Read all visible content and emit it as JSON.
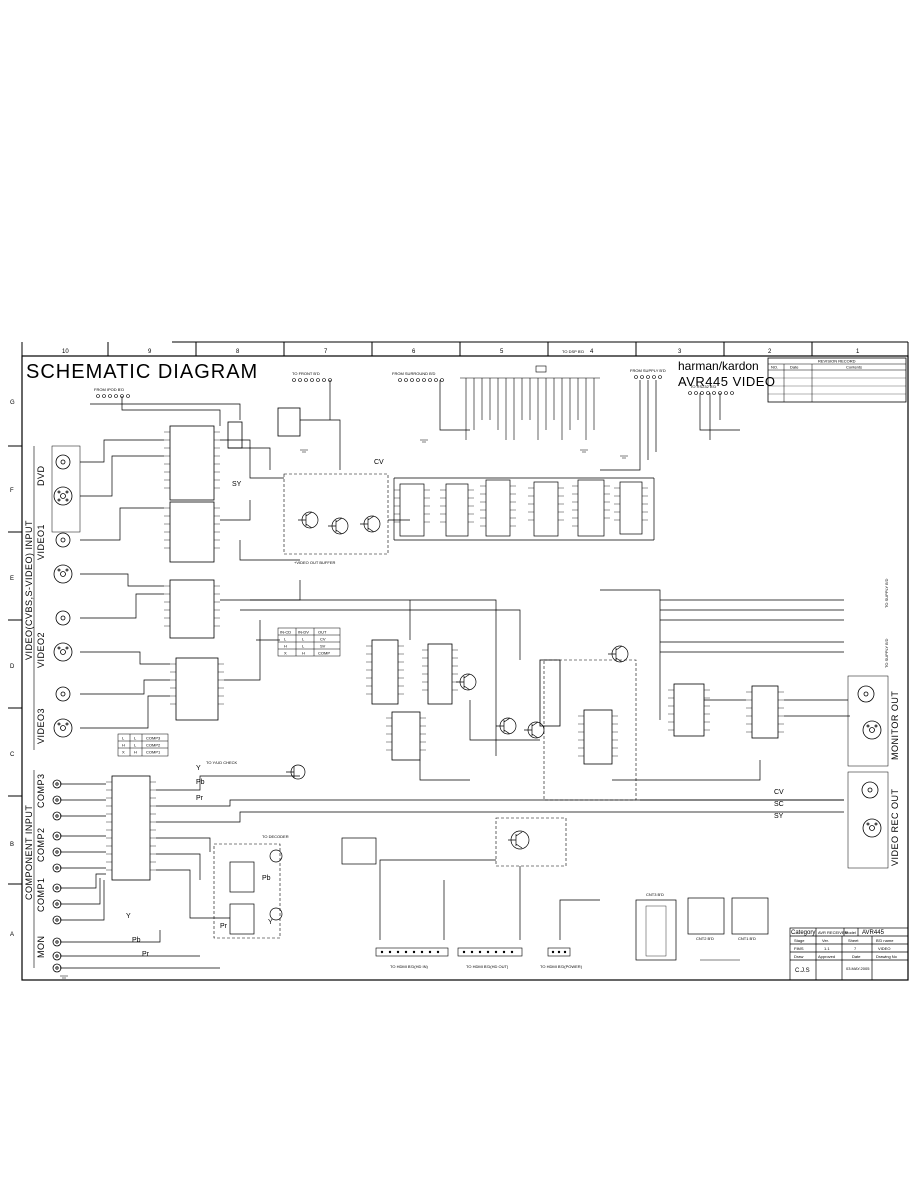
{
  "title": "SCHEMATIC DIAGRAM",
  "brand": "harman/kardon",
  "model_title": "AVR445 VIDEO",
  "grid": {
    "cols": [
      "10",
      "9",
      "8",
      "7",
      "6",
      "5",
      "4",
      "3",
      "2",
      "1"
    ],
    "rows": [
      "G",
      "F",
      "E",
      "D",
      "C",
      "B",
      "A"
    ]
  },
  "revision": {
    "title": "REVISION RECORD",
    "headers": [
      "NO.",
      "Date",
      "Contents"
    ]
  },
  "connectors": {
    "from_ipod": "FROM IPOD B'D",
    "to_front": "TO FRONT B'D",
    "from_surround": "FROM SURROUND B'D",
    "to_dsp": "TO DSP B'D",
    "from_supply": "FROM SUPPLY B'D",
    "to_rs232": "TO RS232 B'D",
    "to_supply_1": "TO SUPPLY B'D",
    "to_supply_2": "TO SUPPLY B'D",
    "to_hdmi_in": "TO HDMI B'D(HD IN)",
    "to_hdmi_out": "TO HDMI B'D(HD OUT)",
    "to_hdmi_power": "TO HDMI B'D(POWER)",
    "to_decoder": "TO DECODER",
    "to_yuv_check": "TO Y/UD CHECK",
    "cnt3": "CNT3 B'D",
    "cnt2": "CNT2 B'D",
    "cnt1": "CNT1 B'D"
  },
  "side_labels": {
    "video_input": "VIDEO(CVBS,S-VIDEO) INPUT",
    "dvd": "DVD",
    "video1": "VIDEO1",
    "video2": "VIDEO2",
    "video3": "VIDEO3",
    "component_input": "COMPONENT INPUT",
    "comp3": "COMP3",
    "comp2": "COMP2",
    "comp1": "COMP1",
    "mon": "MON",
    "monitor_out": "MONITOR OUT",
    "video_rec_out": "VIDEO REC OUT"
  },
  "annotations": {
    "buffer": "+VIDEO OUT BUFFER",
    "cv": "CV",
    "sv": "SV",
    "y": "Y",
    "pb": "Pb",
    "pr": "Pr",
    "sc": "SC",
    "sy": "SY"
  },
  "truth_table": {
    "headers": [
      "IN-CD",
      "IN-DV",
      "OUT"
    ],
    "rows": [
      [
        "L",
        "L",
        "CV"
      ],
      [
        "H",
        "L",
        "SV"
      ],
      [
        "X",
        "H",
        "COMP"
      ]
    ]
  },
  "comp_table": {
    "rows": [
      [
        "L",
        "L",
        "COMP3"
      ],
      [
        "H",
        "L",
        "COMP2"
      ],
      [
        "X",
        "H",
        "COMP1"
      ]
    ]
  },
  "titleblock": {
    "category_label": "Category",
    "category": "AVR RECEIVER",
    "model_label": "Model",
    "model": "AVR445",
    "stage_label": "Stage",
    "ver_label": "Ver.",
    "sheet_label": "Sheet",
    "bd_name_label": "B'D name",
    "stage": "FIMS",
    "ver": "1.1",
    "sheet": "7",
    "bd_name": "VIDEO",
    "draw_label": "Draw",
    "approved_label": "Approved",
    "date_label": "Date",
    "drawing_no_label": "Drawing No",
    "draw": "C.J.S",
    "approved": "",
    "date": "03.MAY.2005",
    "drawing_no": ""
  }
}
